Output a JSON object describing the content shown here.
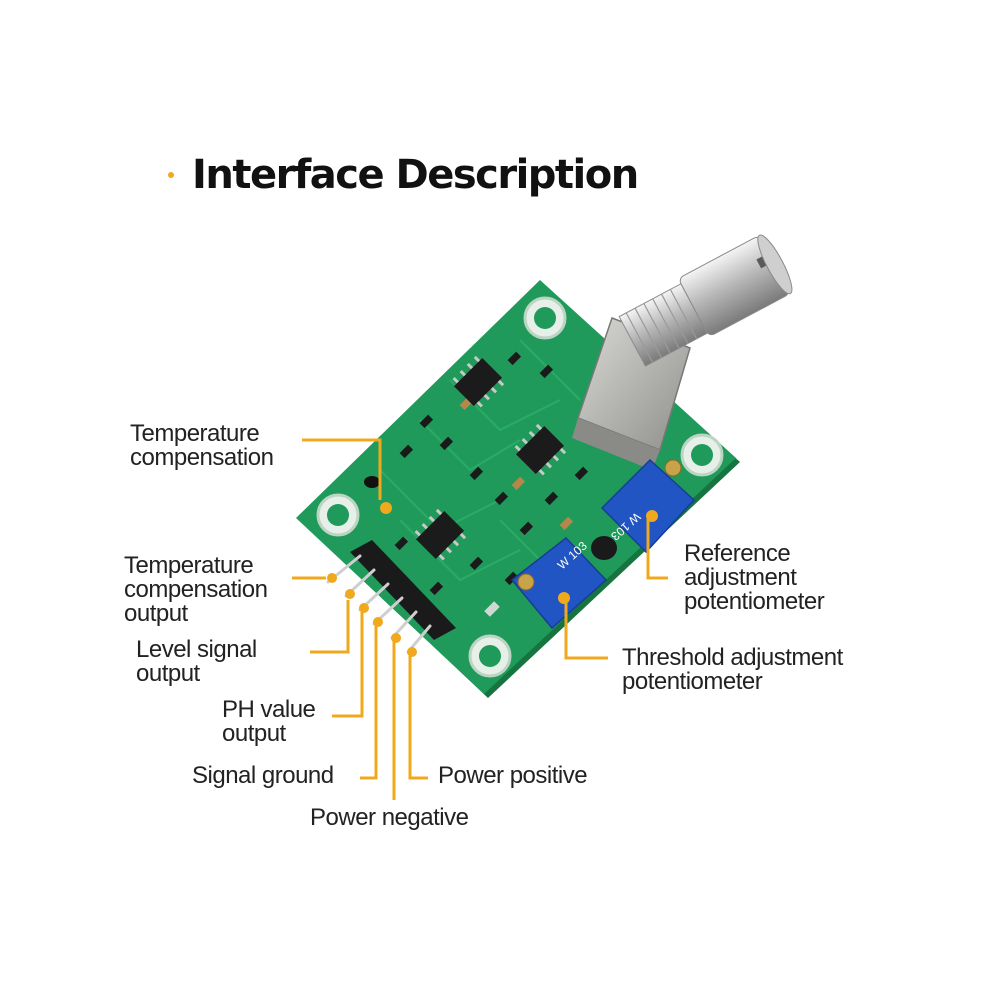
{
  "title": "Interface Description",
  "colors": {
    "accent": "#f0a81c",
    "pcb": "#1f9a5a",
    "pcb_dark": "#15743f",
    "potentiometer": "#2255c4",
    "text": "#222222"
  },
  "labels": {
    "temp_comp": {
      "line1": "Temperature",
      "line2": "compensation"
    },
    "temp_comp_output": {
      "line1": "Temperature",
      "line2": "compensation",
      "line3": "output"
    },
    "level_signal": {
      "line1": "Level signal",
      "line2": "output"
    },
    "ph_value": {
      "line1": "PH value",
      "line2": "output"
    },
    "signal_ground": {
      "line1": "Signal ground"
    },
    "power_negative": {
      "line1": "Power negative"
    },
    "power_positive": {
      "line1": "Power positive"
    },
    "reference_pot": {
      "line1": "Reference",
      "line2": "adjustment",
      "line3": "potentiometer"
    },
    "threshold_pot": {
      "line1": "Threshold adjustment",
      "line2": "potentiometer"
    }
  },
  "components": {
    "pot_left_marking": "W 103",
    "pot_right_marking": "W 103"
  }
}
